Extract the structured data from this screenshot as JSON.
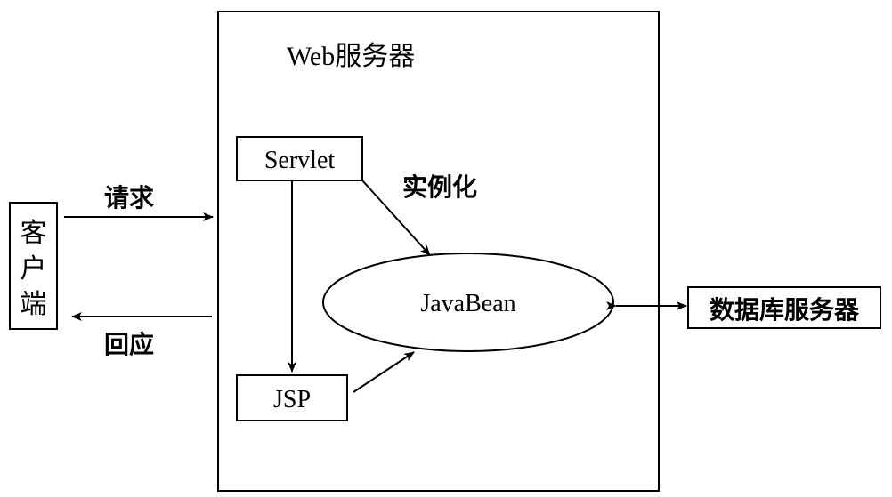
{
  "diagram": {
    "server_title": "Web服务器",
    "client_label": [
      "客",
      "户",
      "端"
    ],
    "request_label": "请求",
    "response_label": "回应",
    "servlet_label": "Servlet",
    "jsp_label": "JSP",
    "instantiate_label": "实例化",
    "javabean_label": "JavaBean",
    "db_label": "数据库服务器"
  }
}
